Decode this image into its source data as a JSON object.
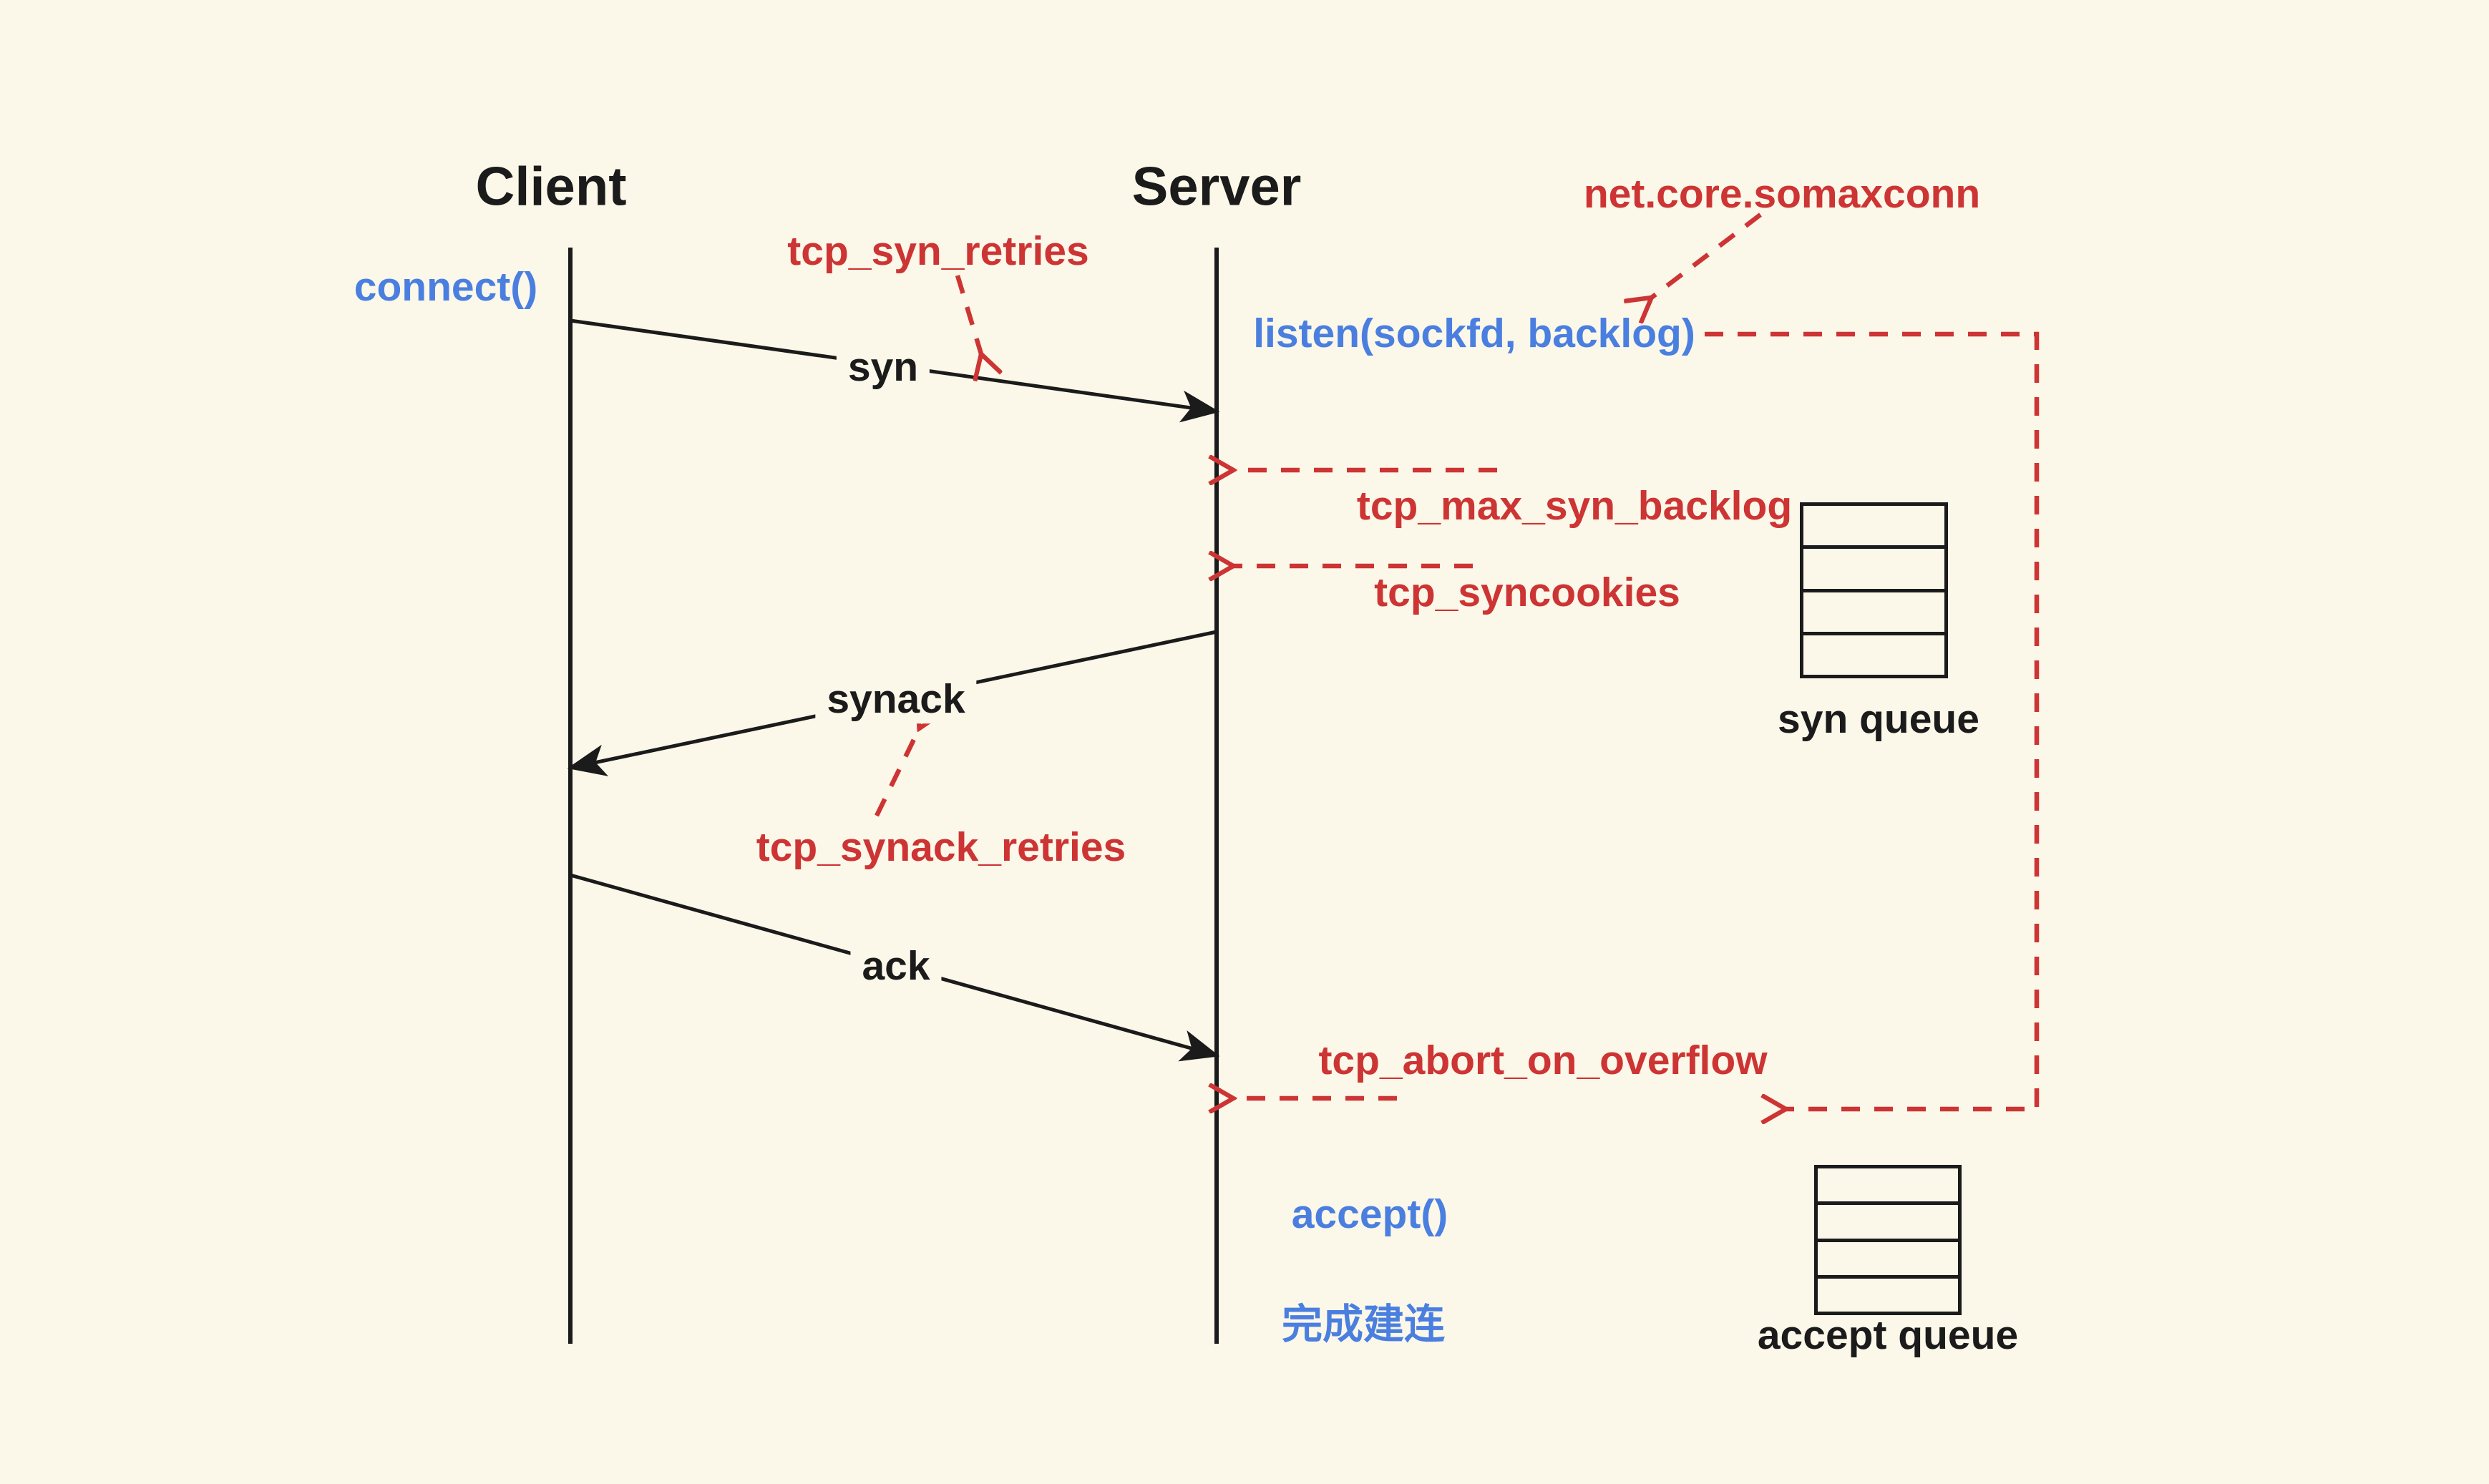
{
  "colors": {
    "background": "#FBF7E9",
    "black": "#1B1B1B",
    "red": "#CD3434",
    "blue": "#4A7FE0"
  },
  "actors": {
    "client": "Client",
    "server": "Server"
  },
  "syscalls": {
    "connect": "connect()",
    "listen": "listen(sockfd, backlog)",
    "accept": "accept()",
    "established": "完成建连"
  },
  "messages": {
    "syn": "syn",
    "synack": "synack",
    "ack": "ack"
  },
  "kernel_params": {
    "somaxconn": "net.core.somaxconn",
    "syn_retries": "tcp_syn_retries",
    "max_syn_backlog": "tcp_max_syn_backlog",
    "syncookies": "tcp_syncookies",
    "synack_retries": "tcp_synack_retries",
    "abort_on_overflow": "tcp_abort_on_overflow"
  },
  "queues": {
    "syn": {
      "label": "syn queue",
      "slots": 4
    },
    "accept": {
      "label": "accept queue",
      "slots": 4
    }
  }
}
